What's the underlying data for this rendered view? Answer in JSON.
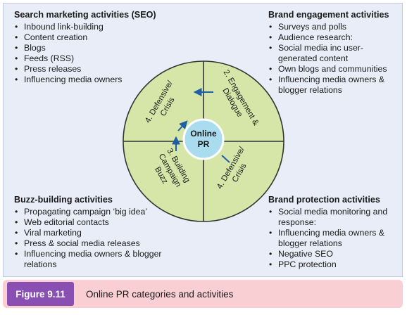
{
  "top_left": {
    "heading": "Search marketing activities (SEO)",
    "items": [
      "Inbound link-building",
      "Content creation",
      "Blogs",
      "Feeds (RSS)",
      "Press releases",
      "Influencing media owners"
    ]
  },
  "top_right": {
    "heading": "Brand engagement activities",
    "items": [
      "Surveys and polls",
      "Audience research:",
      "Social media inc user-generated content",
      "Own blogs and communities",
      "Influencing media owners & blogger relations"
    ]
  },
  "bottom_left": {
    "heading": "Buzz-building activities",
    "items": [
      "Propagating campaign ‘big idea’",
      "Web editorial contacts",
      "Viral marketing",
      "Press & social media releases",
      "Influencing media owners & blogger relations"
    ]
  },
  "bottom_right": {
    "heading": "Brand protection activities",
    "items": [
      "Social media monitoring and response:",
      "Influencing media owners & blogger relations",
      "Negative SEO",
      "PPC protection"
    ]
  },
  "circle": {
    "center_label": [
      "Online",
      "PR"
    ],
    "q_top_left": [
      "4. Defensive/",
      "Crisis"
    ],
    "q_top_right": [
      "2. Engagement &",
      "Dialogue"
    ],
    "q_bottom_left": [
      "3. Building",
      "Campaign",
      "Buzz"
    ],
    "q_bottom_right": [
      "4. Defensive/",
      "Crisis"
    ]
  },
  "colors": {
    "frame_bg": "#e9edf8",
    "circle_fill": "#d6e6a8",
    "center_fill": "#a9dcef",
    "arrow": "#1f5fa8",
    "figure_label_bg": "#8a4fb3",
    "caption_bg": "#f9cfd3"
  },
  "caption": {
    "figure_label": "Figure 9.11",
    "text": "Online PR categories and activities"
  }
}
